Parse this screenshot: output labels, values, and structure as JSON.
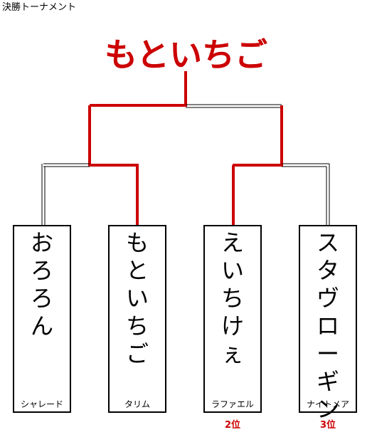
{
  "title": "決勝トーナメント",
  "winner": {
    "name": "もといちご",
    "color": "#cc0000"
  },
  "colors": {
    "path": "#cc0000",
    "line": "#000000",
    "rank": "#cc0000"
  },
  "competitors": [
    {
      "name": "おろろん",
      "team": "シャレード",
      "rank": ""
    },
    {
      "name": "もといちご",
      "team": "タリム",
      "rank": ""
    },
    {
      "name": "えいちけぇ",
      "team": "ラファエル",
      "rank": "2位"
    },
    {
      "name": "スタヴローギン",
      "team": "ナイトメア",
      "rank": "3位"
    }
  ]
}
